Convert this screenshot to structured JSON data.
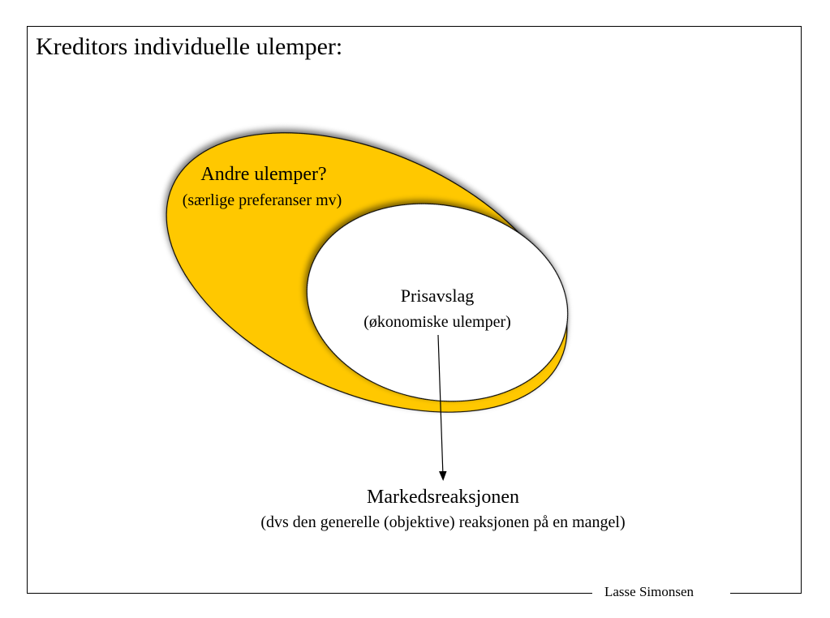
{
  "slide": {
    "title": "Kreditors individuelle ulemper:",
    "author": "Lasse Simonsen"
  },
  "diagram": {
    "outer": {
      "title": "Andre ulemper?",
      "subtitle": "(særlige preferanser mv)",
      "fill_color": "#FFC800"
    },
    "inner": {
      "title": "Prisavslag",
      "subtitle": "(økonomiske ulemper)",
      "fill_color": "#FFFFFF"
    },
    "target": {
      "title": "Markedsreaksjonen",
      "subtitle": "(dvs den generelle (objektive) reaksjonen på en mangel)"
    }
  }
}
